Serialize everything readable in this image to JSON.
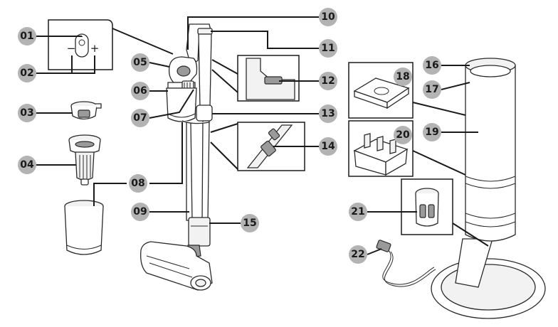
{
  "callouts": [
    {
      "id": "01",
      "label": "01"
    },
    {
      "id": "02",
      "label": "02"
    },
    {
      "id": "03",
      "label": "03"
    },
    {
      "id": "04",
      "label": "04"
    },
    {
      "id": "05",
      "label": "05"
    },
    {
      "id": "06",
      "label": "06"
    },
    {
      "id": "07",
      "label": "07"
    },
    {
      "id": "08",
      "label": "08"
    },
    {
      "id": "09",
      "label": "09"
    },
    {
      "id": "10",
      "label": "10"
    },
    {
      "id": "11",
      "label": "11"
    },
    {
      "id": "12",
      "label": "12"
    },
    {
      "id": "13",
      "label": "13"
    },
    {
      "id": "14",
      "label": "14"
    },
    {
      "id": "15",
      "label": "15"
    },
    {
      "id": "16",
      "label": "16"
    },
    {
      "id": "17",
      "label": "17"
    },
    {
      "id": "18",
      "label": "18"
    },
    {
      "id": "19",
      "label": "19"
    },
    {
      "id": "20",
      "label": "20"
    },
    {
      "id": "21",
      "label": "21"
    },
    {
      "id": "22",
      "label": "22"
    }
  ],
  "control_panel": {
    "minus_symbol": "−",
    "plus_symbol": "+"
  },
  "colors": {
    "badge_fill": "#b3b3b3",
    "line_color": "#1a1a1a"
  }
}
